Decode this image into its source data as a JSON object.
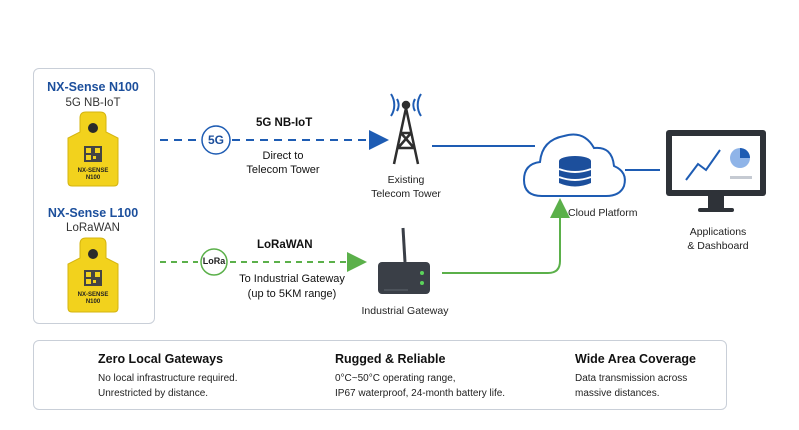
{
  "devices": [
    {
      "title": "NX-Sense N100",
      "subtitle": "5G NB-IoT",
      "tag_text": "NX-SENSE\nN100"
    },
    {
      "title": "NX-Sense L100",
      "subtitle": "LoRaWAN",
      "tag_text": "NX-SENSE\nN100"
    }
  ],
  "links": {
    "top": {
      "badge": "5G",
      "title": "5G NB-IoT",
      "desc_line1": "Direct to",
      "desc_line2": "Telecom Tower"
    },
    "bottom": {
      "badge": "LoRa",
      "title": "LoRaWAN",
      "desc_line1": "To Industrial Gateway",
      "desc_line2": "(up to 5KM range)"
    }
  },
  "nodes": {
    "tower": {
      "line1": "Existing",
      "line2": "Telecom Tower"
    },
    "gateway": {
      "label": "Industrial Gateway"
    },
    "cloud": {
      "label": "Cloud Platform"
    },
    "apps": {
      "line1": "Applications",
      "line2": "& Dashboard"
    }
  },
  "features": [
    {
      "icon": "map-pin-icon",
      "title": "Zero Local Gateways",
      "desc_line1": "No local infrastructure required.",
      "desc_line2": "Unrestricted by distance."
    },
    {
      "icon": "shield-drop-icon",
      "title": "Rugged & Reliable",
      "desc_line1": "0°C~50°C operating range,",
      "desc_line2": "IP67 waterproof, 24-month battery life."
    },
    {
      "icon": "broadcast-icon",
      "title": "Wide Area Coverage",
      "desc_line1": "Data transmission across",
      "desc_line2": "massive distances."
    }
  ],
  "colors": {
    "blue": "#1c4f9c",
    "link_blue": "#1e5cb3",
    "green": "#5bb04a",
    "tag_yellow": "#f2d21d",
    "dark": "#3a3f47"
  }
}
